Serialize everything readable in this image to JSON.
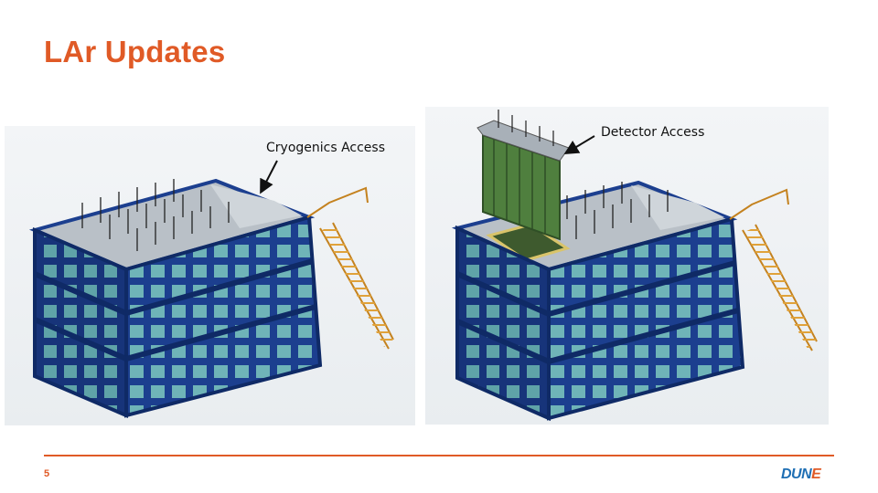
{
  "slide": {
    "title": "LAr Updates",
    "page_number": "5"
  },
  "figures": [
    {
      "label": "Cryogenics Access"
    },
    {
      "label": "Detector Access"
    }
  ],
  "logo": {
    "text_main": "DUN",
    "text_accent": "E"
  },
  "colors": {
    "accent": "#e05a26",
    "frame": "#1c3f8f",
    "panel": "#6fb4b8",
    "deck": "#b9c0c7",
    "stairs": "#e0a23a",
    "detector": "#4f7f3e"
  }
}
